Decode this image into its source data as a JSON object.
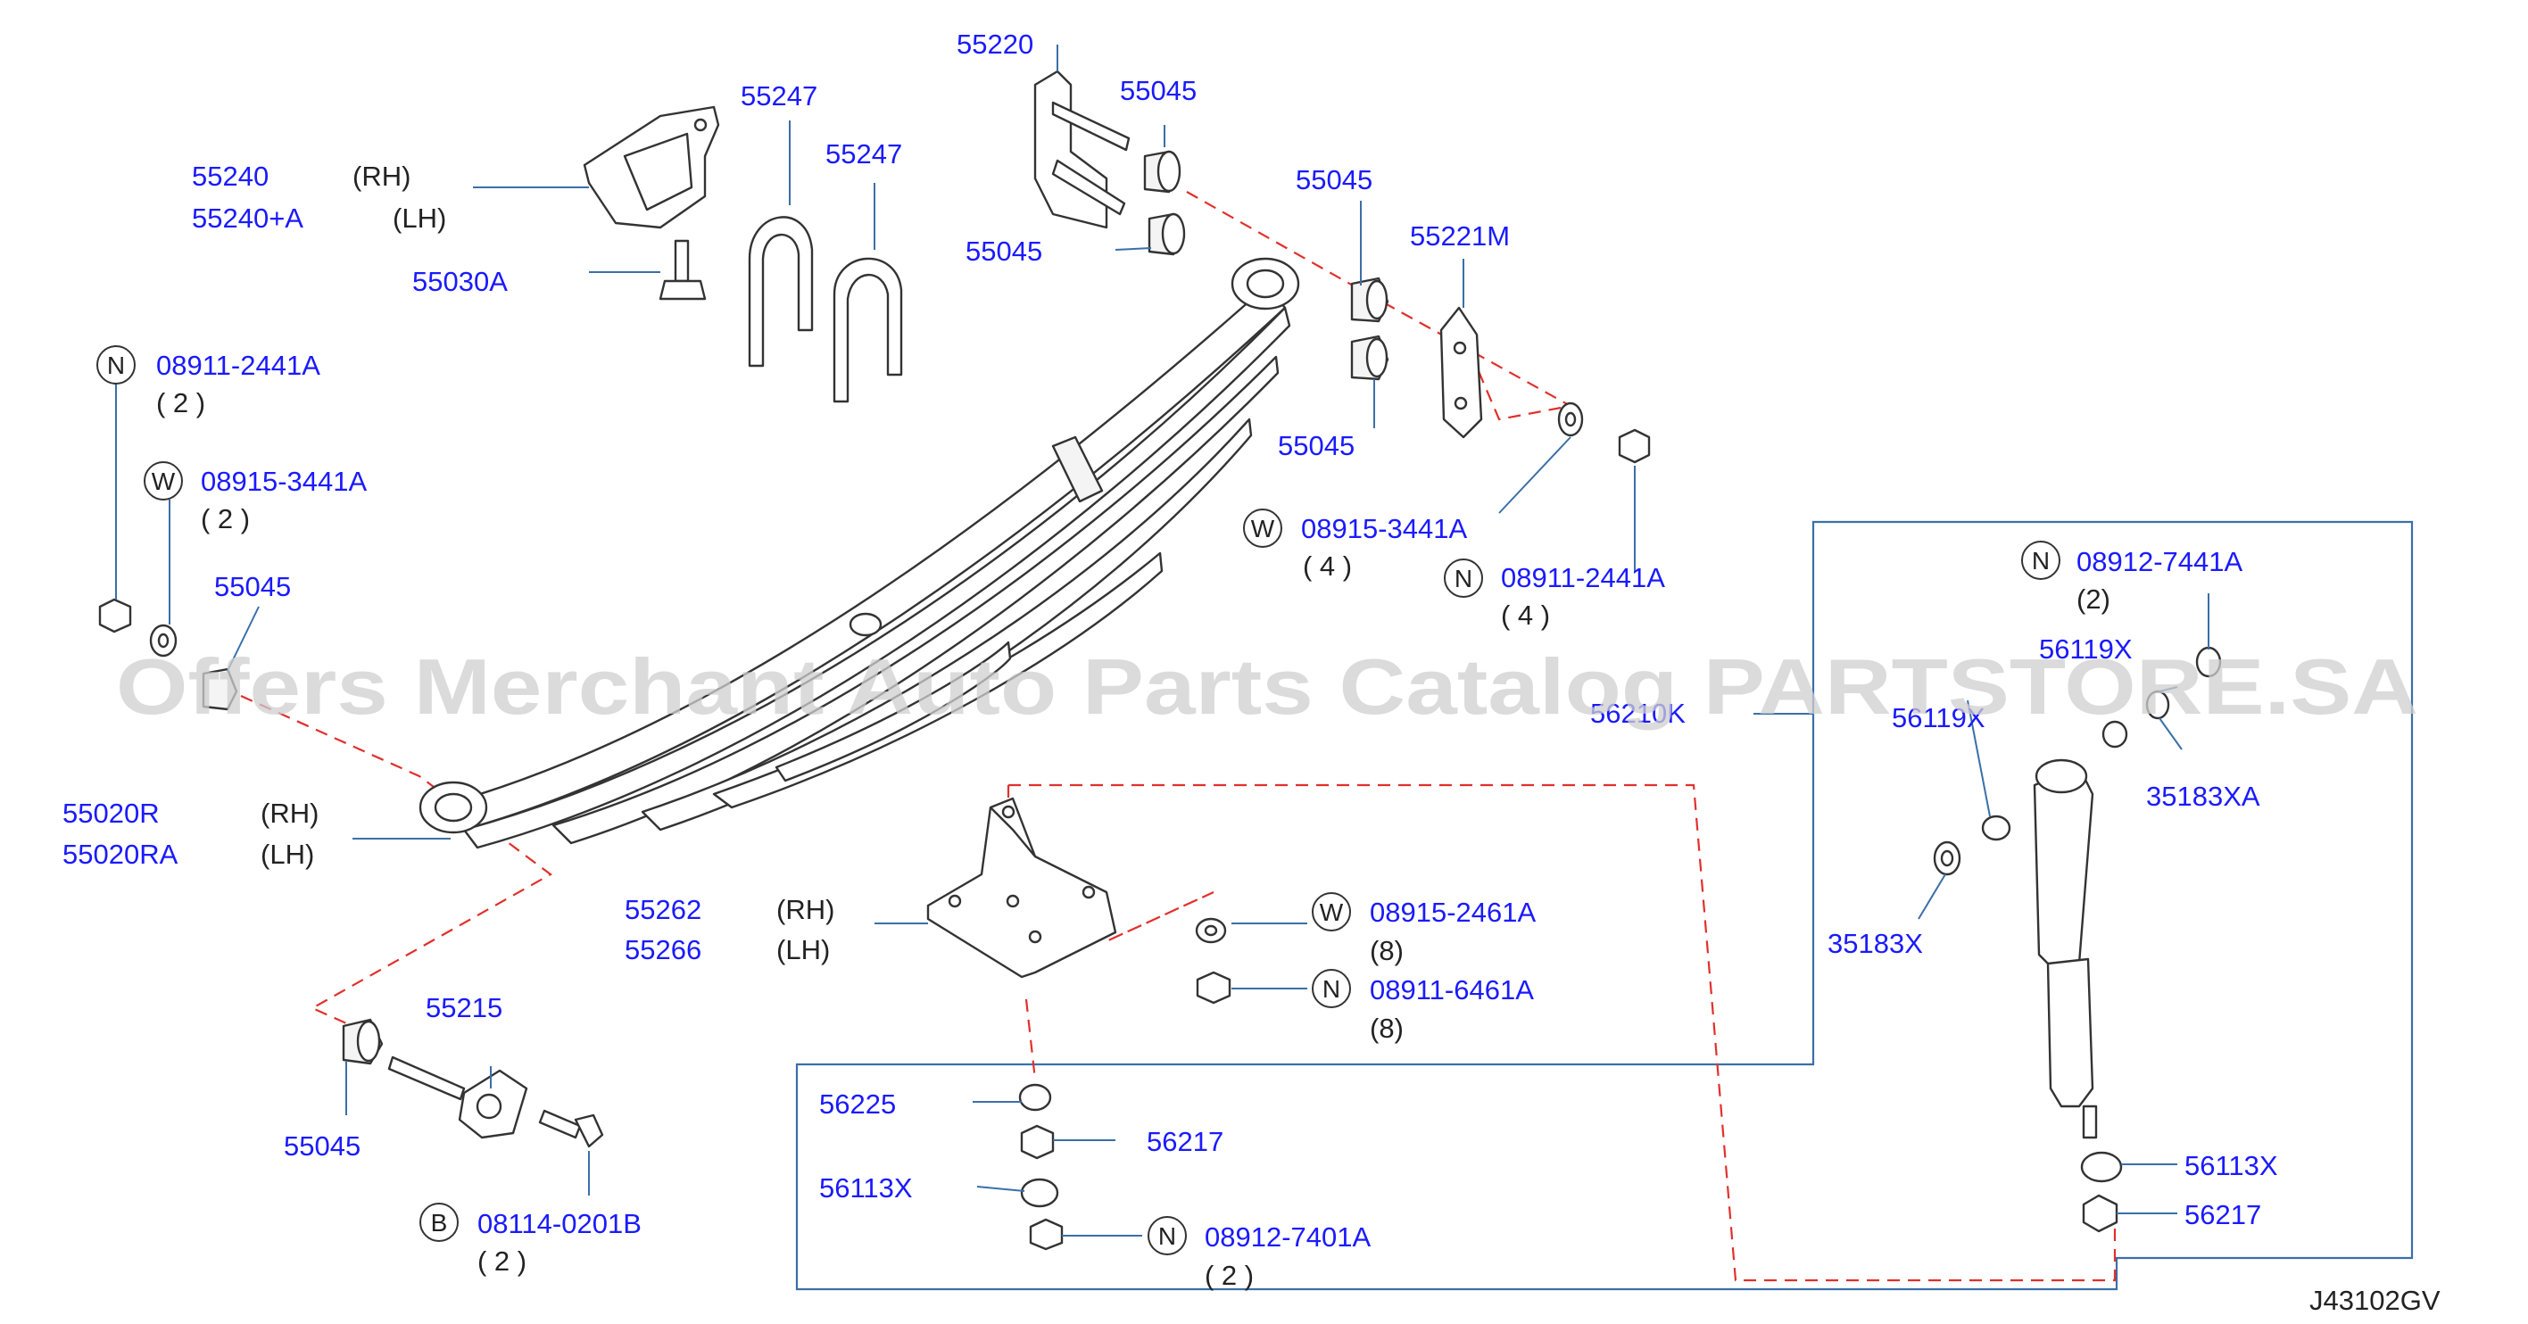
{
  "diagram_code": "J43102GV",
  "watermark": "Offers Merchant Auto Parts Catalog PARTSTORE.SA",
  "colors": {
    "part_number": "#1a1aff",
    "leader": "#3a6fa8",
    "dashed": "#e0302c"
  },
  "labels": {
    "p55220": "55220",
    "p55045_a": "55045",
    "p55045_b": "55045",
    "p55045_c": "55045",
    "p55045_d": "55045",
    "p55045_e": "55045",
    "p55045_f": "55045",
    "p55221m": "55221M",
    "p55247_a": "55247",
    "p55247_b": "55247",
    "p55240": "55240",
    "p55240_rh": "(RH)",
    "p55240a": "55240+A",
    "p55240a_lh": "(LH)",
    "p55030a": "55030A",
    "n_08911_2441a": "08911-2441A",
    "n_08911_2441a_qty": "( 2 )",
    "w_08915_3441a": "08915-3441A",
    "w_08915_3441a_qty": "( 2 )",
    "w_08915_3441a_r": "08915-3441A",
    "w_08915_3441a_r_qty": "( 4 )",
    "n_08911_2441a_r": "08911-2441A",
    "n_08911_2441a_r_qty": "( 4 )",
    "n_08912_7441a": "08912-7441A",
    "n_08912_7441a_qty": "(2)",
    "p56119x_a": "56119X",
    "p56119x_b": "56119X",
    "p56210k": "56210K",
    "p35183xa": "35183XA",
    "p35183x": "35183X",
    "p55020r": "55020R",
    "p55020r_rh": "(RH)",
    "p55020ra": "55020RA",
    "p55020ra_lh": "(LH)",
    "p55262": "55262",
    "p55262_rh": "(RH)",
    "p55266": "55266",
    "p55266_lh": "(LH)",
    "w_08915_2461a": "08915-2461A",
    "w_08915_2461a_qty": "(8)",
    "n_08911_6461a": "08911-6461A",
    "n_08911_6461a_qty": "(8)",
    "p55215": "55215",
    "b_08114_0201b": "08114-0201B",
    "b_08114_0201b_qty": "( 2 )",
    "p56225": "56225",
    "p56217_a": "56217",
    "p56113x_a": "56113X",
    "n_08912_7401a": "08912-7401A",
    "n_08912_7401a_qty": "( 2 )",
    "p56113x_b": "56113X",
    "p56217_b": "56217"
  },
  "markers": {
    "N": "N",
    "W": "W",
    "B": "B"
  }
}
